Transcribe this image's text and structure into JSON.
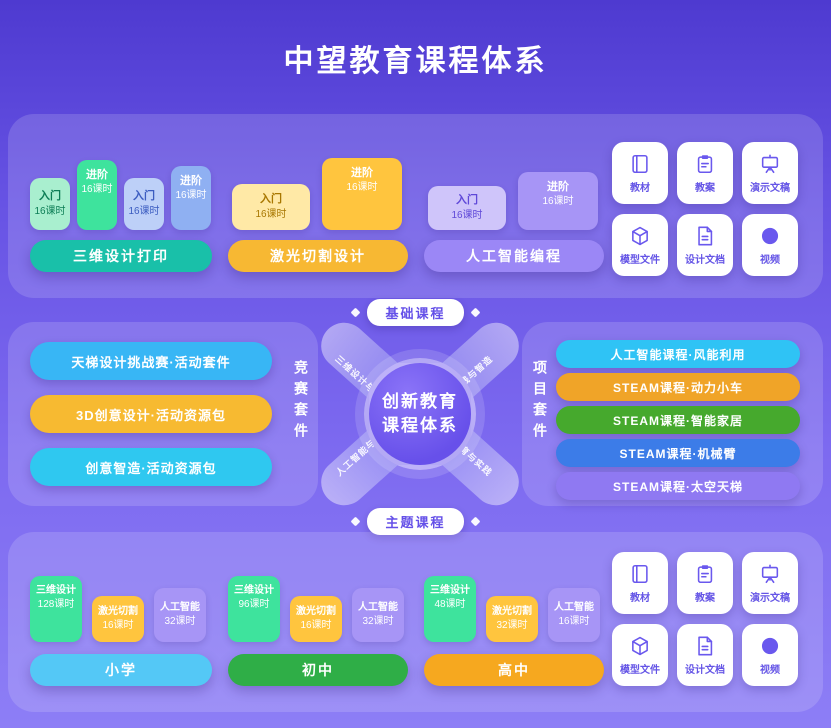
{
  "title": "中望教育课程体系",
  "connectors": {
    "basic": "基础课程",
    "theme": "主题课程"
  },
  "palette": {
    "bg_top": "#4e3ad0",
    "bg_bottom": "#8d7ef6",
    "panel": "#9486f3",
    "teal": "#19c0a9",
    "yellow": "#f7b833",
    "purple": "#9b87f6",
    "icon_purple": "#6a58ee",
    "connector_text": "#6450e8"
  },
  "basic": {
    "groups": [
      {
        "name": "三维设计打印",
        "color": "#19c0a9",
        "pills": [
          {
            "l1": "入门",
            "l2": "16课时",
            "bg": "#a9efcf"
          },
          {
            "l1": "进阶",
            "l2": "16课时",
            "bg": "#3ee39d"
          },
          {
            "l1": "入门",
            "l2": "16课时",
            "bg": "#bdd0f8"
          },
          {
            "l1": "进阶",
            "l2": "16课时",
            "bg": "#8fb0f2"
          }
        ]
      },
      {
        "name": "激光切割设计",
        "color": "#f7b833",
        "pills": [
          {
            "l1": "入门",
            "l2": "16课时",
            "bg": "#ffe9a6"
          },
          {
            "l1": "进阶",
            "l2": "16课时",
            "bg": "#ffc53e"
          }
        ]
      },
      {
        "name": "人工智能编程",
        "color": "#9b87f6",
        "pills": [
          {
            "l1": "入门",
            "l2": "16课时",
            "bg": "#cfc5fa"
          },
          {
            "l1": "进阶",
            "l2": "16课时",
            "bg": "#a795f6"
          }
        ]
      }
    ]
  },
  "resources": [
    {
      "label": "教材",
      "icon": "book-icon"
    },
    {
      "label": "教案",
      "icon": "lesson-plan-icon"
    },
    {
      "label": "演示文稿",
      "icon": "presentation-icon"
    },
    {
      "label": "模型文件",
      "icon": "model-file-icon"
    },
    {
      "label": "设计文档",
      "icon": "design-doc-icon"
    },
    {
      "label": "视频",
      "icon": "video-icon"
    }
  ],
  "competition": {
    "label": "竞赛套件",
    "items": [
      {
        "text": "天梯设计挑战赛·活动套件",
        "bg": "#38b6f5"
      },
      {
        "text": "3D创意设计·活动资源包",
        "bg": "#f7ba31"
      },
      {
        "text": "创意智造·活动资源包",
        "bg": "#2fc8f0"
      }
    ]
  },
  "project": {
    "label": "项目套件",
    "items": [
      {
        "text": "人工智能课程·风能利用",
        "bg": "#2fc3f5"
      },
      {
        "text": "STEAM课程·动力小车",
        "bg": "#f0a428"
      },
      {
        "text": "STEAM课程·智能家居",
        "bg": "#46a92d"
      },
      {
        "text": "STEAM课程·机械臂",
        "bg": "#3c7ce8"
      },
      {
        "text": "STEAM课程·太空天梯",
        "bg": "#8f79f2"
      }
    ]
  },
  "hub": {
    "line1": "创新教育",
    "line2": "课程体系",
    "ribbons": [
      "三维设计与打印",
      "创意实践与智造",
      "人工智能与编程",
      "劳动教育与实践"
    ]
  },
  "theme": {
    "groups": [
      {
        "name": "小学",
        "color": "#54c8f6",
        "pills": [
          {
            "l1": "三维设计",
            "l2": "128课时",
            "bg": "#3ee39d"
          },
          {
            "l1": "激光切割",
            "l2": "16课时",
            "bg": "#ffc53e"
          },
          {
            "l1": "人工智能",
            "l2": "32课时",
            "bg": "#a795f6"
          }
        ]
      },
      {
        "name": "初中",
        "color": "#2fae47",
        "pills": [
          {
            "l1": "三维设计",
            "l2": "96课时",
            "bg": "#3ee39d"
          },
          {
            "l1": "激光切割",
            "l2": "16课时",
            "bg": "#ffc53e"
          },
          {
            "l1": "人工智能",
            "l2": "32课时",
            "bg": "#a795f6"
          }
        ]
      },
      {
        "name": "高中",
        "color": "#f6a81f",
        "pills": [
          {
            "l1": "三维设计",
            "l2": "48课时",
            "bg": "#3ee39d"
          },
          {
            "l1": "激光切割",
            "l2": "32课时",
            "bg": "#ffc53e"
          },
          {
            "l1": "人工智能",
            "l2": "16课时",
            "bg": "#a795f6"
          }
        ]
      }
    ]
  }
}
